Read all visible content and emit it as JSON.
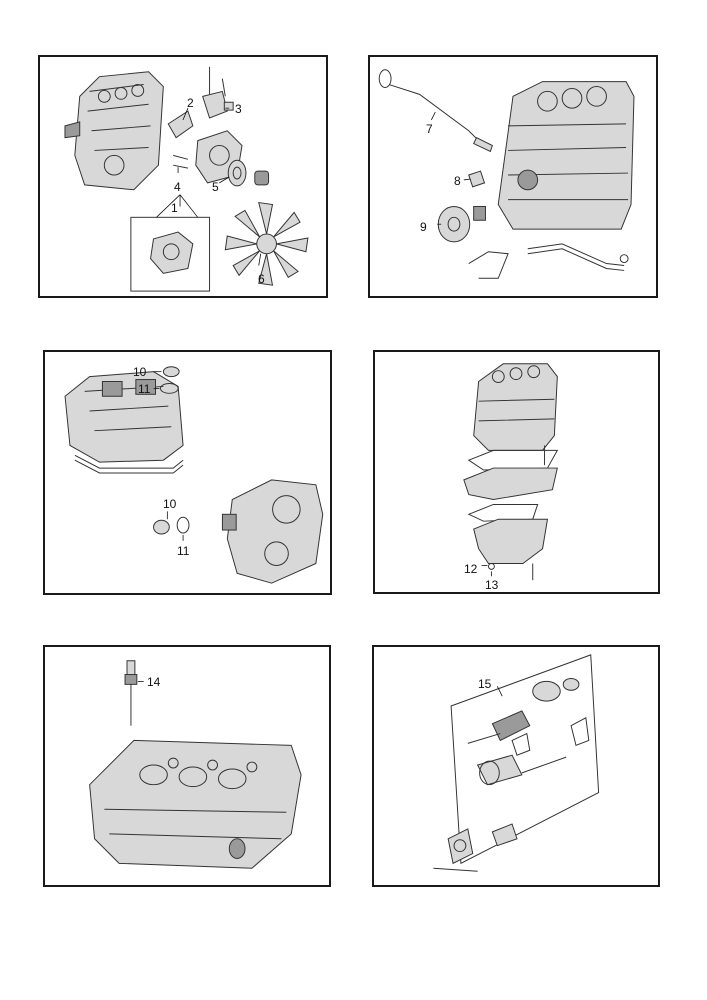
{
  "panels": [
    {
      "id": "water-pump-fan",
      "callouts": [
        "1",
        "2",
        "3",
        "4",
        "5",
        "6"
      ]
    },
    {
      "id": "oil-filter-dipstick",
      "callouts": [
        "7",
        "8",
        "9"
      ]
    },
    {
      "id": "valve-cover-oil-cap",
      "callouts": [
        "10",
        "11",
        "10",
        "11"
      ]
    },
    {
      "id": "oil-pan",
      "callouts": [
        "12",
        "13"
      ]
    },
    {
      "id": "cylinder-head-glow-plug",
      "callouts": [
        "14"
      ]
    },
    {
      "id": "starter-motor",
      "callouts": [
        "15"
      ]
    }
  ]
}
